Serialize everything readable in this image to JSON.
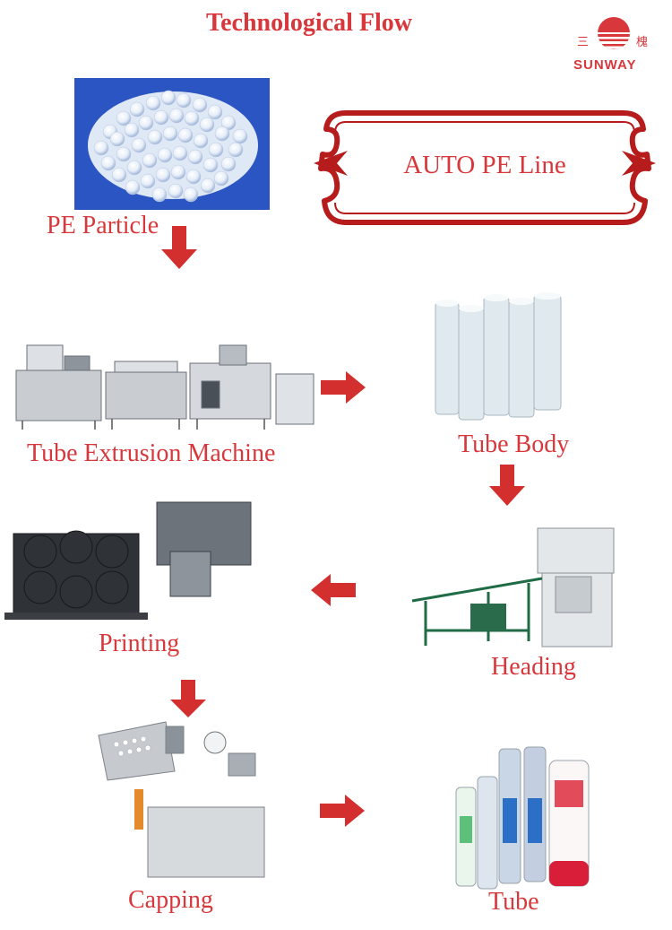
{
  "title": "Technological Flow",
  "logo": {
    "brand": "SUNWAY",
    "left_char": "三",
    "right_char": "槐"
  },
  "banner": {
    "label": "AUTO PE Line"
  },
  "steps": {
    "pe_particle": "PE Particle",
    "extrusion": "Tube Extrusion Machine",
    "tube_body": "Tube Body",
    "heading": "Heading",
    "printing": "Printing",
    "capping": "Capping",
    "tube": "Tube"
  },
  "colors": {
    "accent": "#d8383b",
    "banner_border": "#b71c1c",
    "particle_bg": "#2c55c4"
  }
}
